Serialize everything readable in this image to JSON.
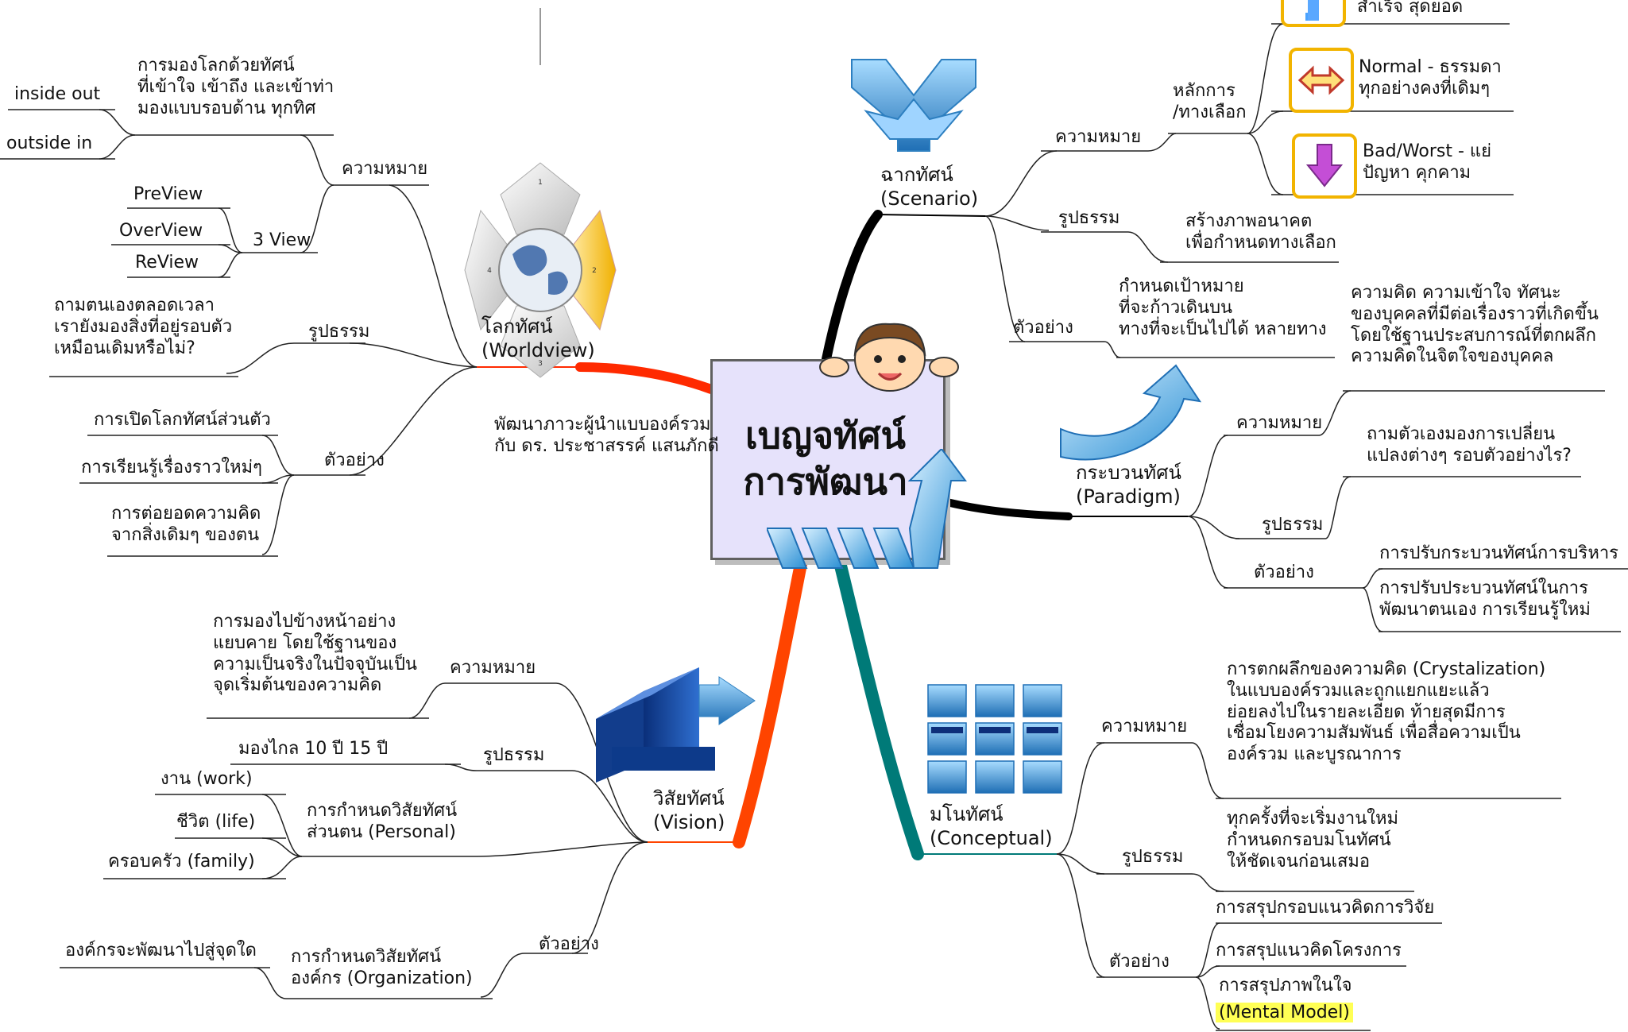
{
  "center": {
    "title": "เบญจทัศน์\nการพัฒนา",
    "subtitle": "พัฒนาภาวะผู้นำแบบองค์รวม\nกับ ดร. ประชาสรรค์ แสนภักดี"
  },
  "worldview": {
    "name": "โลกทัศน์\n(Worldview)",
    "meaning_label": "ความหมาย",
    "meaning_text": "การมองโลกด้วยทัศน์\nที่เข้าใจ เข้าถึง และเข้าท่า\nมองแบบรอบด้าน ทุกทิศ",
    "inside_out": "inside out",
    "outside_in": "outside in",
    "three_view": "3 View",
    "preview": "PreView",
    "overview": "OverView",
    "review": "ReView",
    "form_label": "รูปธรรม",
    "form_text": "ถามตนเองตลอดเวลา\nเรายังมองสิ่งที่อยู่รอบตัว\nเหมือนเดิมหรือไม่?",
    "example_label": "ตัวอย่าง",
    "example_1": "การเปิดโลกทัศน์ส่วนตัว",
    "example_2": "การเรียนรู้เรื่องราวใหม่ๆ",
    "example_3": "การต่อยอดความคิด\nจากสิ่งเดิมๆ ของตน",
    "globe_numbers": [
      "1",
      "2",
      "3",
      "4"
    ]
  },
  "scenario": {
    "name": "ฉากทัศน์\n(Scenario)",
    "meaning_label": "ความหมาย",
    "principle_label": "หลักการ\n/ทางเลือก",
    "good_text": "สำเร็จ สุดยอด",
    "normal_text": "Normal - ธรรมดา\nทุกอย่างคงที่เดิมๆ",
    "bad_text": "Bad/Worst - แย่\nปัญหา คุกคาม",
    "form_label": "รูปธรรม",
    "form_text": "สร้างภาพอนาคต\nเพื่อกำหนดทางเลือก",
    "example_label": "ตัวอย่าง",
    "example_text": "กำหนดเป้าหมาย\nที่จะก้าวเดินบน\nทางที่จะเป็นไปได้ หลายทาง"
  },
  "paradigm": {
    "name": "กระบวนทัศน์\n(Paradigm)",
    "meaning_label": "ความหมาย",
    "meaning_text": "ความคิด ความเข้าใจ ทัศนะ\nของบุคคลที่มีต่อเรื่องราวที่เกิดขึ้น\nโดยใช้ฐานประสบการณ์ที่ตกผลึก\nความคิดในจิตใจของบุคคล",
    "form_label": "รูปธรรม",
    "form_text": "ถามตัวเองมองการเปลี่ยน\nแปลงต่างๆ รอบตัวอย่างไร?",
    "example_label": "ตัวอย่าง",
    "example_1": "การปรับกระบวนทัศน์การบริหาร",
    "example_2": "การปรับประบวนทัศน์ในการ\nพัฒนาตนเอง การเรียนรู้ใหม่"
  },
  "vision": {
    "name": "วิสัยทัศน์\n(Vision)",
    "meaning_label": "ความหมาย",
    "meaning_text": "การมองไปข้างหน้าอย่าง\nแยบคาย โดยใช้ฐานของ\nความเป็นจริงในปัจจุบันเป็น\nจุดเริ่มต้นของความคิด",
    "form_label": "รูปธรรม",
    "form_text": "มองไกล 10 ปี 15 ปี",
    "personal_label": "การกำหนดวิสัยทัศน์\nส่วนตน (Personal)",
    "work": "งาน (work)",
    "life": "ชีวิต (life)",
    "family": "ครอบครัว (family)",
    "example_label": "ตัวอย่าง",
    "org_label": "การกำหนดวิสัยทัศน์\nองค์กร (Organization)",
    "org_text": "องค์กรจะพัฒนาไปสู่จุดใด"
  },
  "conceptual": {
    "name": "มโนทัศน์\n(Conceptual)",
    "meaning_label": "ความหมาย",
    "meaning_text": "การตกผลึกของความคิด (Crystalization)\nในแบบองค์รวมและถูกแยกแยะแล้ว\nย่อยลงไปในรายละเอียด ท้ายสุดมีการ\nเชื่อมโยงความสัมพันธ์ เพื่อสื่อความเป็น\nองค์รวม และบูรณาการ",
    "form_label": "รูปธรรม",
    "form_text": "ทุกครั้งที่จะเริ่มงานใหม่\nกำหนดกรอบมโนทัศน์\nให้ชัดเจนก่อนเสมอ",
    "example_label": "ตัวอย่าง",
    "example_1": "การสรุปกรอบแนวคิดการวิจัย",
    "example_2": "การสรุปแนวคิดโครงการ",
    "example_3": "การสรุปภาพในใจ",
    "example_3_highlight": "(Mental Model)"
  },
  "colors": {
    "worldview_branch": "#ff2a00",
    "scenario_branch": "#000000",
    "paradigm_branch": "#000000",
    "vision_branch": "#ff4400",
    "conceptual_branch": "#007a78",
    "center_fill": "#e6e2fb",
    "highlight": "#ffff55",
    "icon_frame": "#f2b400"
  },
  "icons": [
    "globe-compass-icon",
    "split-arrows-icon",
    "curved-arrow-icon",
    "vision-cube-arrow-icon",
    "grid-arrows-icon",
    "boy-character-icon",
    "rising-arrow-icon",
    "up-arrow-icon",
    "double-arrow-icon",
    "down-arrow-icon"
  ]
}
